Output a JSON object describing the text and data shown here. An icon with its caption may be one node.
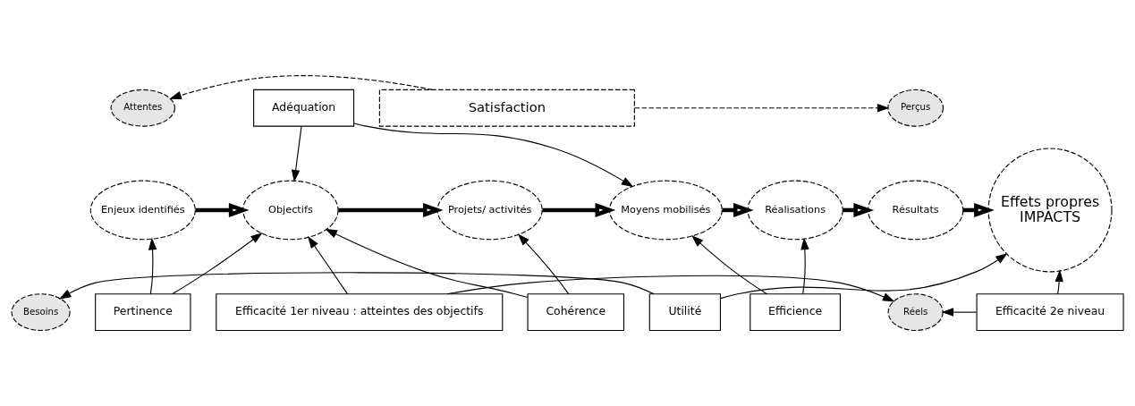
{
  "diagram": {
    "nodes": [
      {
        "text": [
          "Attentes"
        ]
      },
      {
        "text": [
          "Enjeux identifiés"
        ]
      },
      {
        "text": [
          "Besoins"
        ]
      },
      {
        "text": [
          "Objectifs"
        ]
      },
      {
        "text": [
          "Projets/ activités"
        ]
      },
      {
        "text": [
          "Moyens mobilisés"
        ]
      },
      {
        "text": [
          "Réalisations"
        ]
      },
      {
        "text": [
          "Perçus"
        ]
      },
      {
        "text": [
          "Résultats"
        ]
      },
      {
        "text": [
          "Réels"
        ]
      },
      {
        "text": [
          "Effets propres",
          "IMPACTS"
        ]
      },
      {
        "text": [
          "Satisfaction"
        ]
      },
      {
        "text": [
          "Adéquation"
        ]
      },
      {
        "text": [
          "Pertinence"
        ]
      },
      {
        "text": [
          "Cohérence"
        ]
      },
      {
        "text": [
          "Efficience"
        ]
      },
      {
        "text": [
          "Efficacité 1er niveau : atteintes des objectifs"
        ]
      },
      {
        "text": [
          "Efficacité 2e niveau"
        ]
      },
      {
        "text": [
          "Utilité"
        ]
      }
    ],
    "edges": [
      {
        "from": 1,
        "to": 3,
        "arrow": "to",
        "style": "thick"
      },
      {
        "from": 3,
        "to": 4,
        "arrow": "to",
        "style": "thick"
      },
      {
        "from": 4,
        "to": 5,
        "arrow": "to",
        "style": "thick"
      },
      {
        "from": 5,
        "to": 6,
        "arrow": "to",
        "style": "thick"
      },
      {
        "from": 6,
        "to": 8,
        "arrow": "to",
        "style": "thick"
      },
      {
        "from": 8,
        "to": 10,
        "arrow": "to",
        "style": "thick"
      },
      {
        "from": 11,
        "to": 0,
        "arrow": "to",
        "style": "dashed"
      },
      {
        "from": 11,
        "to": 7,
        "arrow": "to",
        "style": "dashed"
      },
      {
        "from": 12,
        "to": 3,
        "arrow": "to"
      },
      {
        "from": 12,
        "to": 5,
        "arrow": "to"
      },
      {
        "from": 13,
        "to": 1,
        "arrow": "to"
      },
      {
        "from": 13,
        "to": 3,
        "arrow": "to"
      },
      {
        "from": 14,
        "to": 3,
        "arrow": "to"
      },
      {
        "from": 14,
        "to": 4,
        "arrow": "to"
      },
      {
        "from": 15,
        "to": 5,
        "arrow": "to"
      },
      {
        "from": 15,
        "to": 6,
        "arrow": "to"
      },
      {
        "from": 16,
        "to": 3,
        "arrow": "to"
      },
      {
        "from": 16,
        "to": 9,
        "arrow": "to"
      },
      {
        "from": 17,
        "to": 9,
        "arrow": "to"
      },
      {
        "from": 17,
        "to": 10,
        "arrow": "to"
      },
      {
        "from": 18,
        "to": 2,
        "arrow": "to"
      },
      {
        "from": 18,
        "to": 10,
        "arrow": "to"
      }
    ]
  }
}
